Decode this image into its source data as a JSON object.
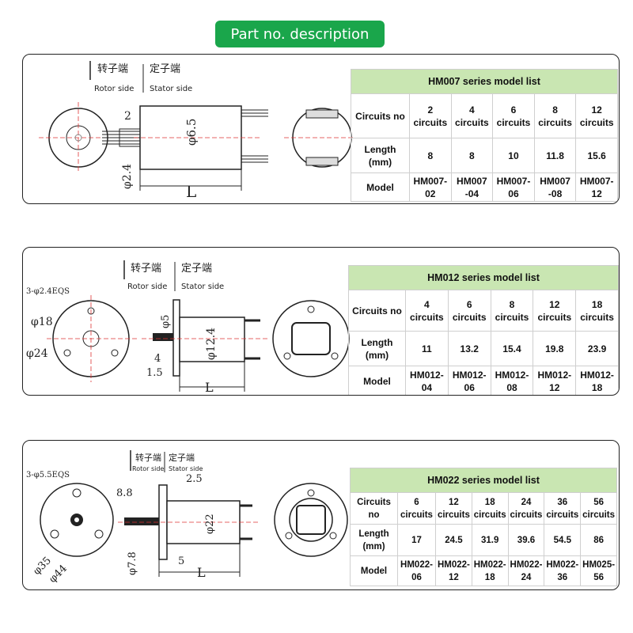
{
  "header": {
    "title": "Part no. description"
  },
  "sections": [
    {
      "drawing": {
        "rotor_cn": "转子端",
        "rotor_en": "Rotor side",
        "stator_cn": "定子端",
        "stator_en": "Stator side",
        "dims": {
          "a": "2",
          "b": "φ6.5",
          "c": "φ2.4",
          "len": "L"
        }
      },
      "table": {
        "title": "HM007 series model list",
        "row_labels": {
          "circuits": "Circuits no",
          "length": "Length\n(mm)",
          "model": "Model"
        },
        "circuits": [
          "2\ncircuits",
          "4\ncircuits",
          "6\ncircuits",
          "8\ncircuits",
          "12\ncircuits"
        ],
        "lengths": [
          "8",
          "8",
          "10",
          "11.8",
          "15.6"
        ],
        "models": [
          "HM007-\n02",
          "HM007\n-04",
          "HM007-\n06",
          "HM007\n-08",
          "HM007-\n12"
        ]
      }
    },
    {
      "drawing": {
        "rotor_cn": "转子端",
        "rotor_en": "Rotor side",
        "stator_cn": "定子端",
        "stator_en": "Stator side",
        "dims": {
          "holes": "3-φ2.4EQS",
          "d1": "φ18",
          "d2": "φ24",
          "a": "φ5",
          "b": "φ12.4",
          "c": "4",
          "d": "1.5",
          "len": "L"
        }
      },
      "table": {
        "title": "HM012 series model list",
        "row_labels": {
          "circuits": "Circuits no",
          "length": "Length\n(mm)",
          "model": "Model"
        },
        "circuits": [
          "4\ncircuits",
          "6\ncircuits",
          "8\ncircuits",
          "12\ncircuits",
          "18\ncircuits"
        ],
        "lengths": [
          "11",
          "13.2",
          "15.4",
          "19.8",
          "23.9"
        ],
        "models": [
          "HM012-\n04",
          "HM012-\n06",
          "HM012-\n08",
          "HM012-\n12",
          "HM012-\n18"
        ]
      }
    },
    {
      "drawing": {
        "rotor_cn": "转子端",
        "rotor_en": "Rotor side",
        "stator_cn": "定子端",
        "stator_en": "Stator side",
        "dims": {
          "holes": "3-φ5.5EQS",
          "d1": "φ35",
          "d2": "φ44",
          "a": "8.8",
          "b": "2.5",
          "c": "φ22",
          "d": "φ7.8",
          "e": "5",
          "len": "L"
        }
      },
      "table": {
        "title": "HM022 series model list",
        "row_labels": {
          "circuits": "Circuits no",
          "length": "Length\n(mm)",
          "model": "Model"
        },
        "circuits": [
          "6 circuits",
          "12\ncircuits",
          "18\ncircuits",
          "24\ncircuits",
          "36\ncircuits",
          "56\ncircuits"
        ],
        "lengths": [
          "17",
          "24.5",
          "31.9",
          "39.6",
          "54.5",
          "86"
        ],
        "models": [
          "HM022-\n06",
          "HM022-\n12",
          "HM022-\n18",
          "HM022-\n24",
          "HM022-\n36",
          "HM025-\n56"
        ]
      }
    }
  ]
}
